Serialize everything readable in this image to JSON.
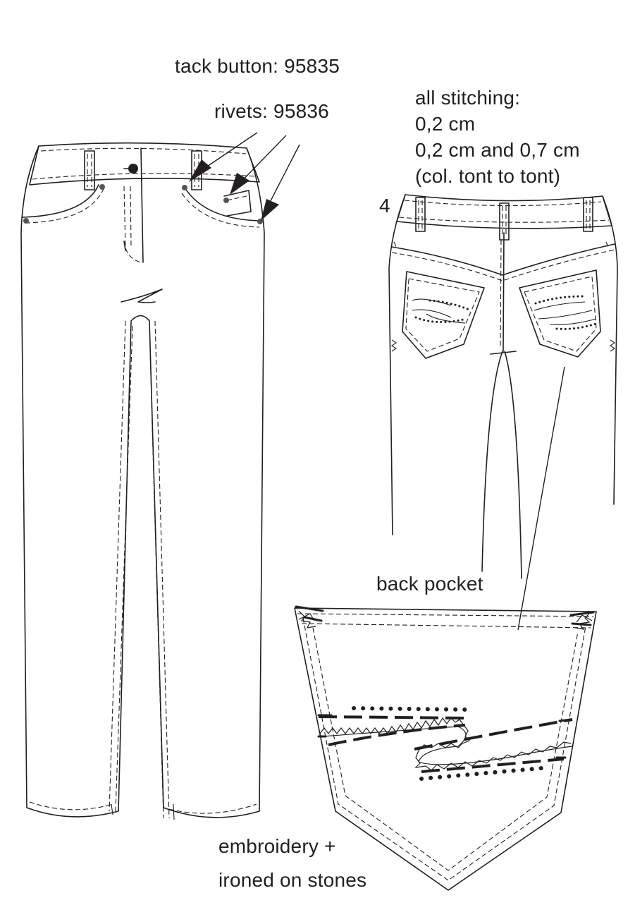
{
  "labels": {
    "tack_button": "tack button: 95835",
    "rivets": "rivets: 95836",
    "stitching": [
      "all stitching:",
      "0,2 cm",
      "0,2 cm and 0,7 cm",
      "(col. tont to tont)"
    ],
    "view_number": "4",
    "back_pocket": "back pocket",
    "embroidery": [
      "embroidery +",
      "ironed on stones"
    ]
  },
  "colors": {
    "line": "#231f20",
    "background": "#ffffff"
  }
}
